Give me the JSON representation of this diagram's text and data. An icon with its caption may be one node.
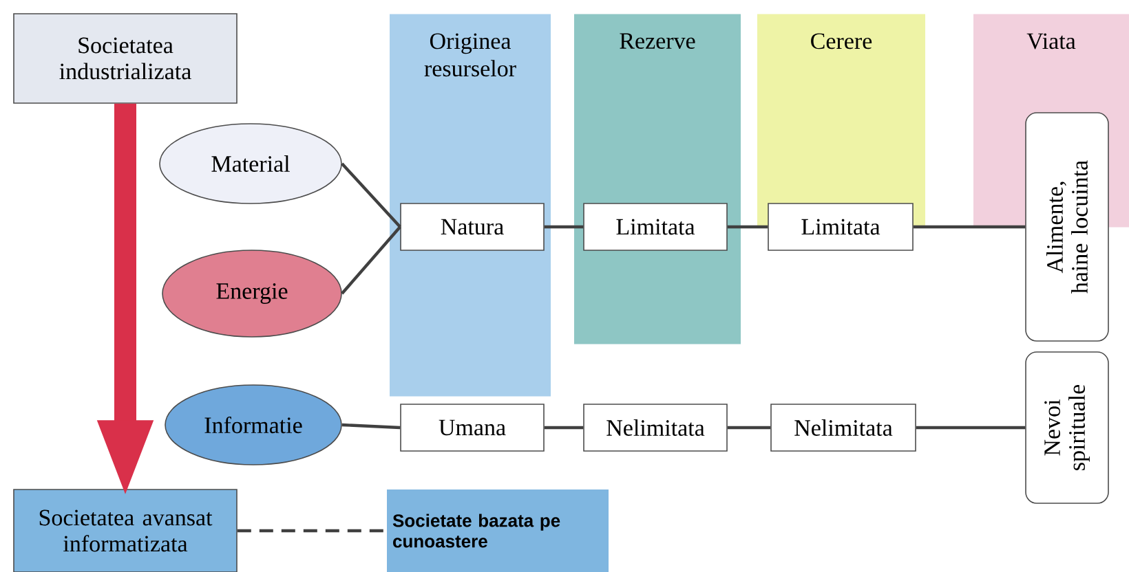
{
  "diagram": {
    "nodes": [
      {
        "text": [
          "Societatea industrializata"
        ]
      },
      {
        "text": [
          "Originea resurselor"
        ]
      },
      {
        "text": [
          "Rezerve"
        ]
      },
      {
        "text": [
          "Cerere"
        ]
      },
      {
        "text": [
          "Viata"
        ]
      },
      {
        "text": [
          "Material"
        ]
      },
      {
        "text": [
          "Natura"
        ],
        "in": 1
      },
      {
        "text": [
          "Limitata"
        ],
        "in": 2
      },
      {
        "text": [
          "Limitata"
        ]
      },
      {
        "text": [
          "Alimente, haine locuinta"
        ]
      },
      {
        "text": [
          "Energie"
        ]
      },
      {
        "text": [
          "Informatie"
        ]
      },
      {
        "text": [
          "Umana"
        ]
      },
      {
        "text": [
          "Nelimitata"
        ]
      },
      {
        "text": [
          "Nelimitata"
        ]
      },
      {
        "text": [
          "Nevoi spirituale"
        ]
      },
      {
        "text": [
          "Societatea avansat informatizata"
        ]
      },
      {
        "text": [
          "Societate bazata pe cunoastere"
        ]
      }
    ],
    "edges": [
      {
        "from": 0,
        "to": 16,
        "arrow": "to",
        "style": "thick",
        "color": "#d9304a"
      },
      {
        "from": 5,
        "to": 6,
        "arrow": "none"
      },
      {
        "from": 10,
        "to": 6,
        "arrow": "none"
      },
      {
        "from": 6,
        "to": 7,
        "arrow": "none"
      },
      {
        "from": 7,
        "to": 8,
        "arrow": "none"
      },
      {
        "from": 8,
        "to": 9,
        "arrow": "none"
      },
      {
        "from": 11,
        "to": 12,
        "arrow": "none"
      },
      {
        "from": 12,
        "to": 13,
        "arrow": "none"
      },
      {
        "from": 13,
        "to": 14,
        "arrow": "none"
      },
      {
        "from": 14,
        "to": 15,
        "arrow": "none"
      },
      {
        "from": 16,
        "to": 17,
        "arrow": "none",
        "style": "dashed"
      }
    ]
  }
}
